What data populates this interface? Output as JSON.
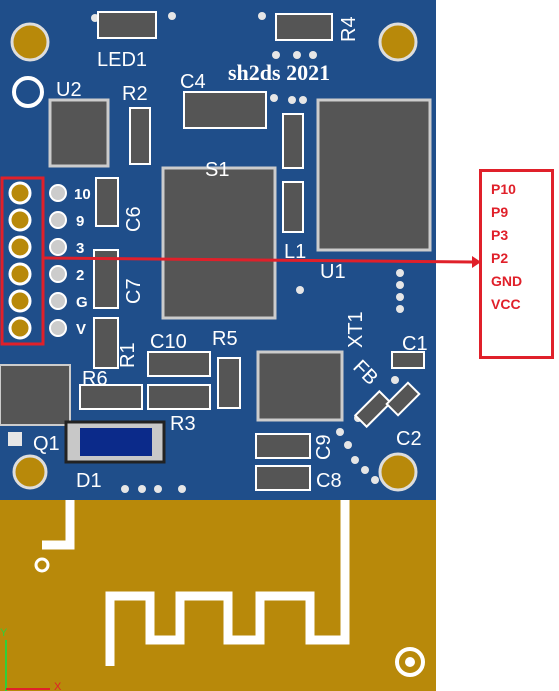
{
  "board": {
    "title": "sh2ds 2021",
    "components": {
      "led1": "LED1",
      "r4": "R4",
      "u2": "U2",
      "r2": "R2",
      "c4": "C4",
      "s1": "S1",
      "c6": "C6",
      "c7": "C7",
      "l1": "L1",
      "u1": "U1",
      "xt1": "XT1",
      "r1": "R1",
      "c10": "C10",
      "r5": "R5",
      "c1": "C1",
      "r6": "R6",
      "fb": "FB",
      "r3": "R3",
      "q1": "Q1",
      "c9": "C9",
      "c2": "C2",
      "d1": "D1",
      "c8": "C8"
    },
    "header_pins": [
      "10",
      "9",
      "3",
      "2",
      "G",
      "V"
    ],
    "axis": {
      "y": "Y",
      "x": "X"
    }
  },
  "pin_labels": [
    "P10",
    "P9",
    "P3",
    "P2",
    "GND",
    "VCC"
  ],
  "colors": {
    "pcb": "#1f4e8a",
    "antenna": "#b8890a",
    "pad": "#d9d9d9",
    "callout": "#e0202a"
  }
}
